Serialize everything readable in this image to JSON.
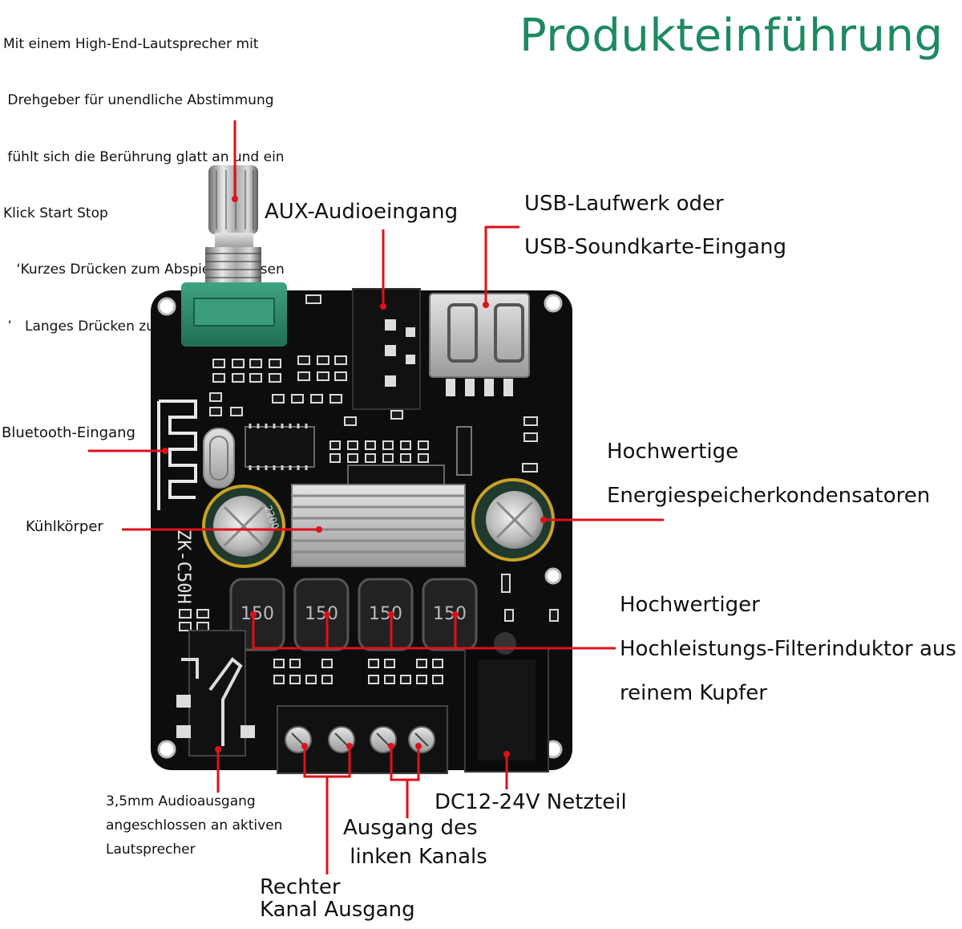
{
  "title": "Produkteinführung",
  "labels": {
    "encoder_lines": [
      "Mit einem High-End-Lautsprecher mit",
      " Drehgeber für unendliche Abstimmung",
      " fühlt sich die Berührung glatt an und ein",
      "Klick Start Stop",
      "   ‘Kurzes Drücken zum Abspielen/Pausen",
      " ’   Langes Drücken zum Ein-/Ausschalten"
    ],
    "aux": "AUX-Audioeingang",
    "usb_line1": "USB-Laufwerk oder",
    "usb_line2": "USB-Soundkarte-Eingang",
    "bluetooth": "Bluetooth-Eingang",
    "heatsink": "Kühlkörper",
    "capacitor_line1": "Hochwertige",
    "capacitor_line2": "Energiespeicherkondensatoren",
    "inductor_line1": "Hochwertiger",
    "inductor_line2": "Hochleistungs-Filterinduktor aus",
    "inductor_line3": "reinem Kupfer",
    "audio_out_line1": "3,5mm Audioausgang",
    "audio_out_line2": "angeschlossen an aktiven",
    "audio_out_line3": "Lautsprecher",
    "power": "DC12-24V Netzteil",
    "left_channel_line1": "Ausgang des",
    "left_channel_line2": " linken Kanals",
    "right_channel_line1": "Rechter",
    "right_channel_line2": "Kanal Ausgang"
  },
  "board_marks": {
    "silkscreen": "ZK-C50H",
    "inductor_code": "150",
    "capacitor_code": "2200"
  },
  "colors": {
    "title": "#1d8a5f",
    "leader": "#e0101a",
    "board": "#0d0d0d",
    "encoder_base": "#2f8f6f"
  }
}
